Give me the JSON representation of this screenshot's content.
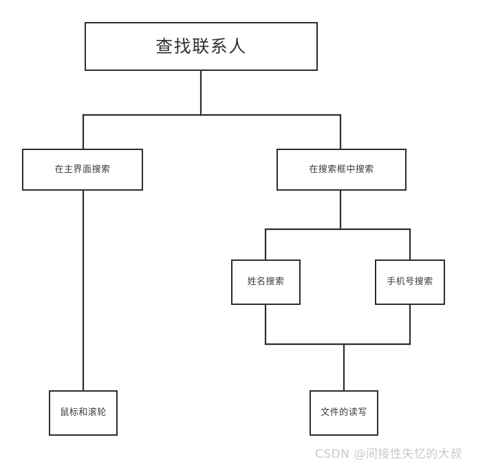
{
  "diagram": {
    "title": "查找联系人",
    "nodes": {
      "root": {
        "label": "查找联系人"
      },
      "search_main_ui": {
        "label": "在主界面搜索"
      },
      "search_in_box": {
        "label": "在搜索框中搜索"
      },
      "search_by_name": {
        "label": "姓名搜索"
      },
      "search_by_phone": {
        "label": "手机号搜索"
      },
      "mouse_and_wheel": {
        "label": "鼠标和滚轮"
      },
      "file_read_write": {
        "label": "文件的读写"
      }
    },
    "colors": {
      "border": "#2b2b2b",
      "text": "#3a3a3a",
      "background": "#ffffff",
      "watermark": "#c9c9c9"
    }
  },
  "watermark": {
    "text": "CSDN @间接性失忆的大叔"
  }
}
